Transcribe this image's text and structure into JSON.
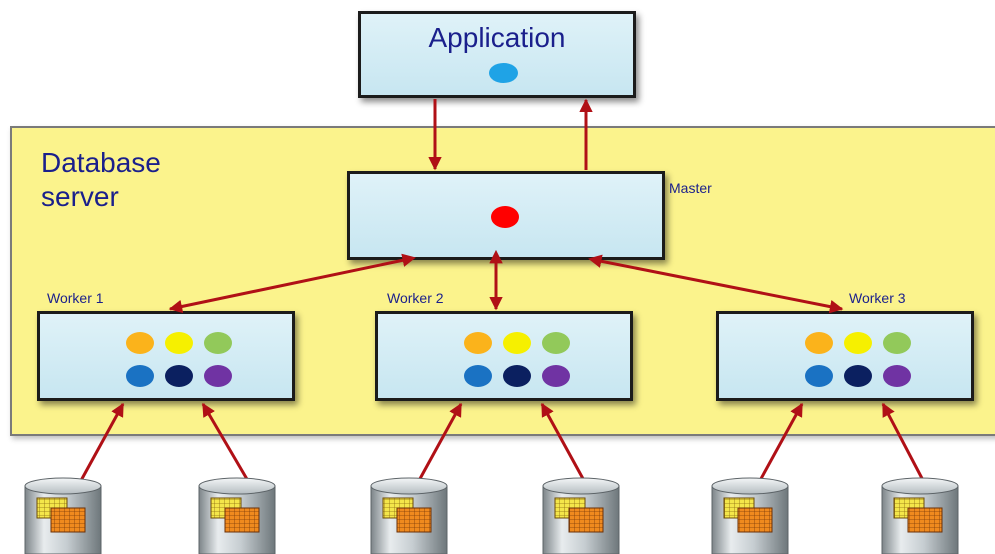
{
  "application": {
    "title": "Application",
    "dot_color": "#1fa3e6"
  },
  "database_server": {
    "label": "Database\nserver"
  },
  "master": {
    "label": "Master",
    "dot_color": "#ff0000"
  },
  "workers": [
    {
      "label": "Worker 1"
    },
    {
      "label": "Worker 2"
    },
    {
      "label": "Worker 3"
    }
  ],
  "worker_dot_colors": [
    "#fbb31b",
    "#f6f000",
    "#92c95a",
    "#1a72c3",
    "#0b2060",
    "#7033a3"
  ],
  "colors": {
    "arrow": "#b01016",
    "server_fill": "#fbf38c",
    "node_fill": "#d2ebf4",
    "text": "#1a1f8c"
  }
}
